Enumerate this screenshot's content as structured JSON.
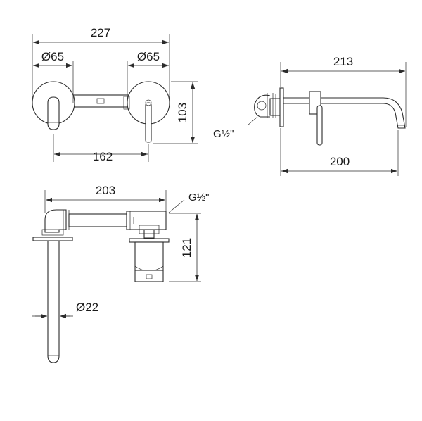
{
  "front_view": {
    "overall_width": "227",
    "left_plate_diameter": "Ø65",
    "right_plate_diameter": "Ø65",
    "height": "103",
    "centre_distance": "162"
  },
  "side_view": {
    "spout_length": "213",
    "connection_thread": "G½\"",
    "projection": "200"
  },
  "top_view": {
    "body_length": "203",
    "connection_thread": "G½\"",
    "body_height": "121",
    "spout_diameter": "Ø22"
  }
}
